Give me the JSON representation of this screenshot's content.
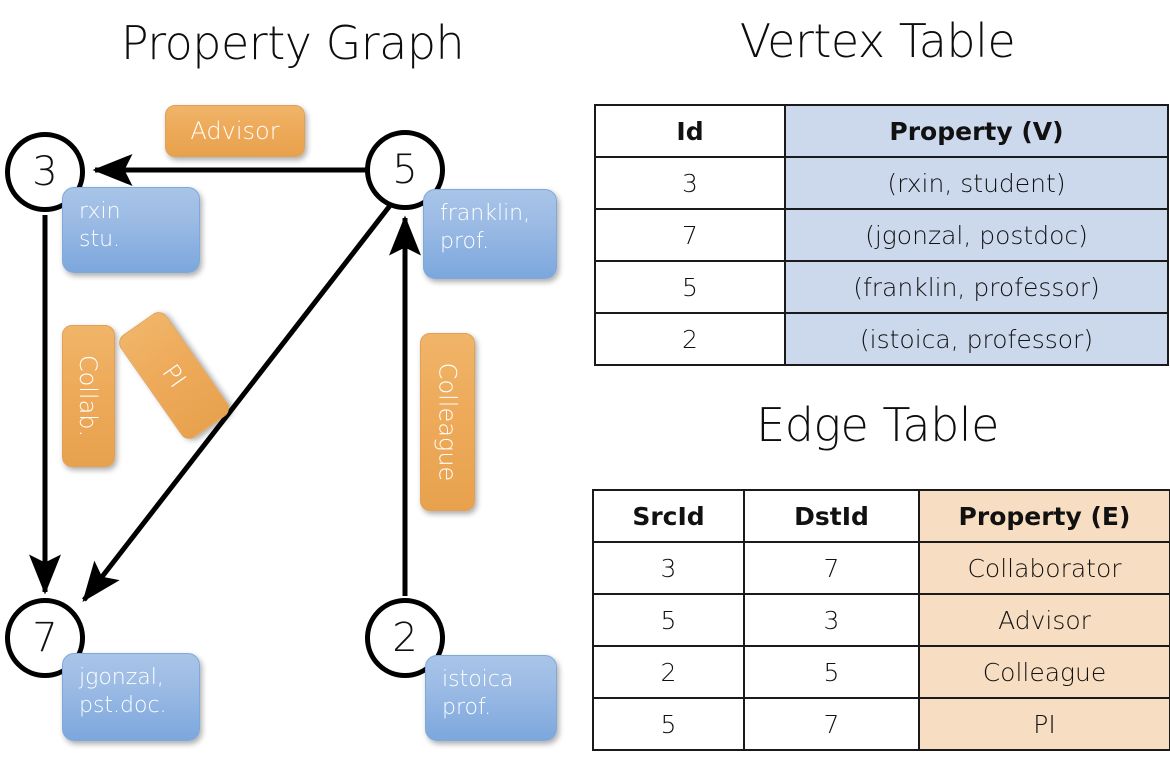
{
  "titles": {
    "property_graph": "Property Graph",
    "vertex_table": "Vertex Table",
    "edge_table": "Edge Table"
  },
  "graph": {
    "vertices": [
      {
        "id": "3",
        "property": "rxin\nstu.",
        "prop_line1": "rxin",
        "prop_line2": "stu."
      },
      {
        "id": "5",
        "property": "franklin, prof.",
        "prop_line1": "franklin,",
        "prop_line2": "prof."
      },
      {
        "id": "7",
        "property": "jgonzal, pst.doc.",
        "prop_line1": "jgonzal,",
        "prop_line2": "pst.doc."
      },
      {
        "id": "2",
        "property": "istoica prof.",
        "prop_line1": "istoica",
        "prop_line2": "prof."
      }
    ],
    "edge_labels": [
      {
        "name": "advisor",
        "label": "Advisor"
      },
      {
        "name": "collab",
        "label": "Collab."
      },
      {
        "name": "pi",
        "label": "PI"
      },
      {
        "name": "colleague",
        "label": "Colleague"
      }
    ]
  },
  "vertex_table": {
    "headers": [
      "Id",
      "Property (V)"
    ],
    "rows": [
      {
        "id": "3",
        "property": "(rxin, student)"
      },
      {
        "id": "7",
        "property": "(jgonzal, postdoc)"
      },
      {
        "id": "5",
        "property": "(franklin, professor)"
      },
      {
        "id": "2",
        "property": "(istoica, professor)"
      }
    ]
  },
  "edge_table": {
    "headers": [
      "SrcId",
      "DstId",
      "Property (E)"
    ],
    "rows": [
      {
        "src": "3",
        "dst": "7",
        "property": "Collaborator"
      },
      {
        "src": "5",
        "dst": "3",
        "property": "Advisor"
      },
      {
        "src": "2",
        "dst": "5",
        "property": "Colleague"
      },
      {
        "src": "5",
        "dst": "7",
        "property": "PI"
      }
    ]
  },
  "colors": {
    "vertex_property_fill": "#8db4e2",
    "edge_property_fill": "#eaa44e",
    "vertex_table_highlight": "#ccd9ed",
    "edge_table_highlight": "#f7ddc2",
    "stroke": "#000000",
    "background": "#ffffff"
  }
}
